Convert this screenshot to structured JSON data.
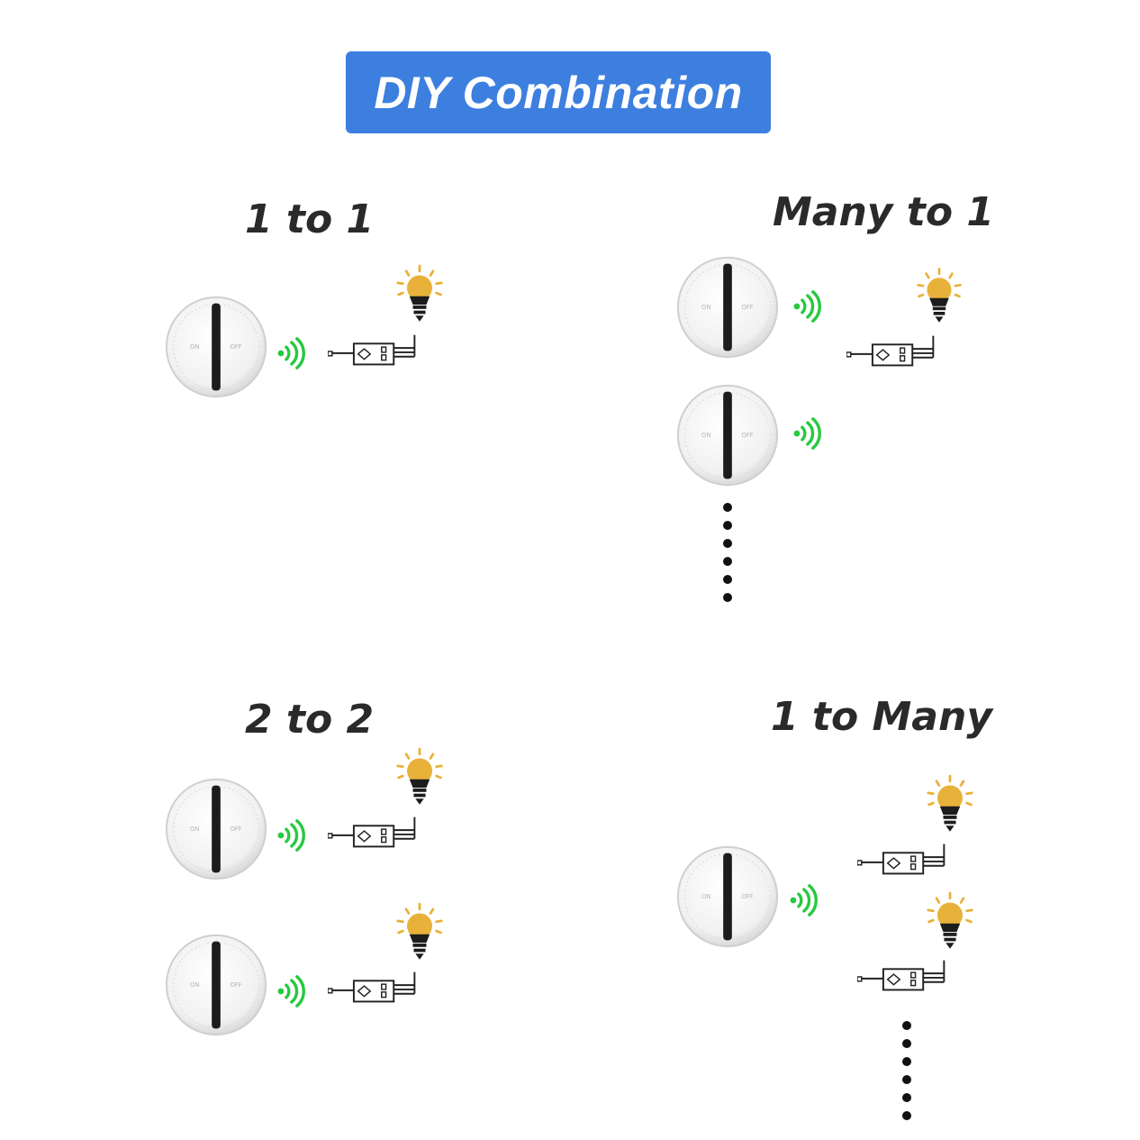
{
  "header": {
    "title": "DIY Combination",
    "color": "#3d7fdf"
  },
  "sections": [
    {
      "title": "1 to 1"
    },
    {
      "title": "Many to 1"
    },
    {
      "title": "2 to 2"
    },
    {
      "title": "1 to Many"
    }
  ],
  "icons": {
    "switch": "round-wireless-switch-icon",
    "signal": "wireless-signal-icon",
    "bulb": "light-bulb-icon",
    "receiver": "relay-receiver-icon",
    "more": "vertical-ellipsis-icon"
  },
  "switch_labels": {
    "left": "ON",
    "right": "OFF"
  },
  "colors": {
    "signal": "#27c93f",
    "bulb": "#e8b23a",
    "text": "#2a2a2a"
  }
}
